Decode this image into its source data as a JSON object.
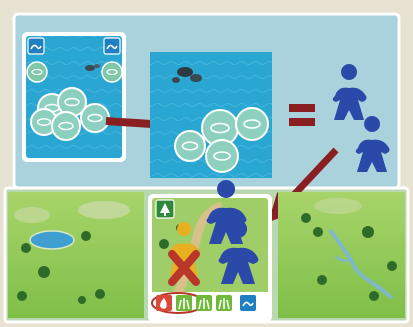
{
  "scene": {
    "top_panel": {
      "background": "#a9d2dc",
      "border": "#ffffff"
    },
    "bottom_panel": {
      "background": "#b8d8b0",
      "border": "#ffffff"
    },
    "water_card": {
      "ability_icon": "wave-icon",
      "fish_tokens_on_card": 5,
      "color": "#1f9fd0"
    },
    "water_tile": {
      "fish_tokens_on_tile": 4,
      "color": "#2ea8d4"
    },
    "equals_symbol": "=",
    "meeples": {
      "blue_count_right": 2,
      "blue_count_on_card": 2,
      "blue_color": "#2a49a8",
      "yellow_color": "#e8b020"
    },
    "grass_card": {
      "icons": [
        "tree-icon",
        "fire-icon",
        "grass-icon",
        "grass-icon",
        "wave-icon"
      ],
      "blocked_marker": "X",
      "blocked_color": "#b8362a"
    },
    "arrow_color": "#8a1f22"
  }
}
